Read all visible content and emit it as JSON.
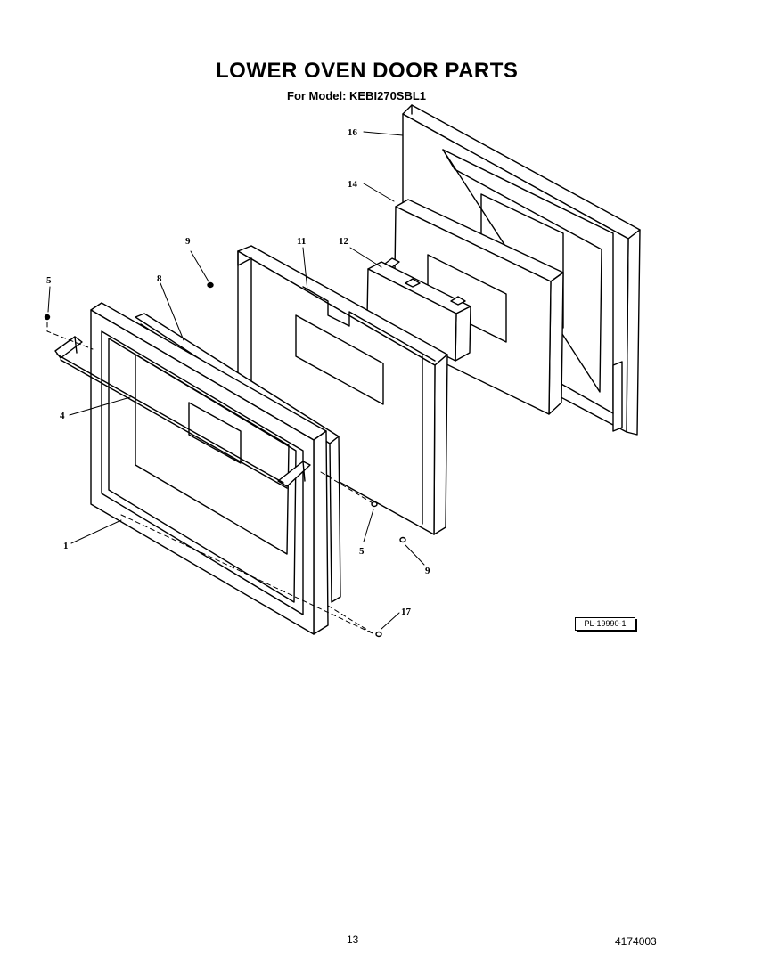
{
  "header": {
    "title": "LOWER OVEN DOOR PARTS",
    "subtitle": "For Model: KEBI270SBL1"
  },
  "diagram_ref": "PL-19990-1",
  "footer": {
    "page_number": "13",
    "document_number": "4174003"
  },
  "part_labels": {
    "p1": "1",
    "p4": "4",
    "p5a": "5",
    "p5b": "5",
    "p8": "8",
    "p9a": "9",
    "p9b": "9",
    "p11": "11",
    "p12": "12",
    "p14": "14",
    "p16": "16",
    "p17": "17"
  }
}
